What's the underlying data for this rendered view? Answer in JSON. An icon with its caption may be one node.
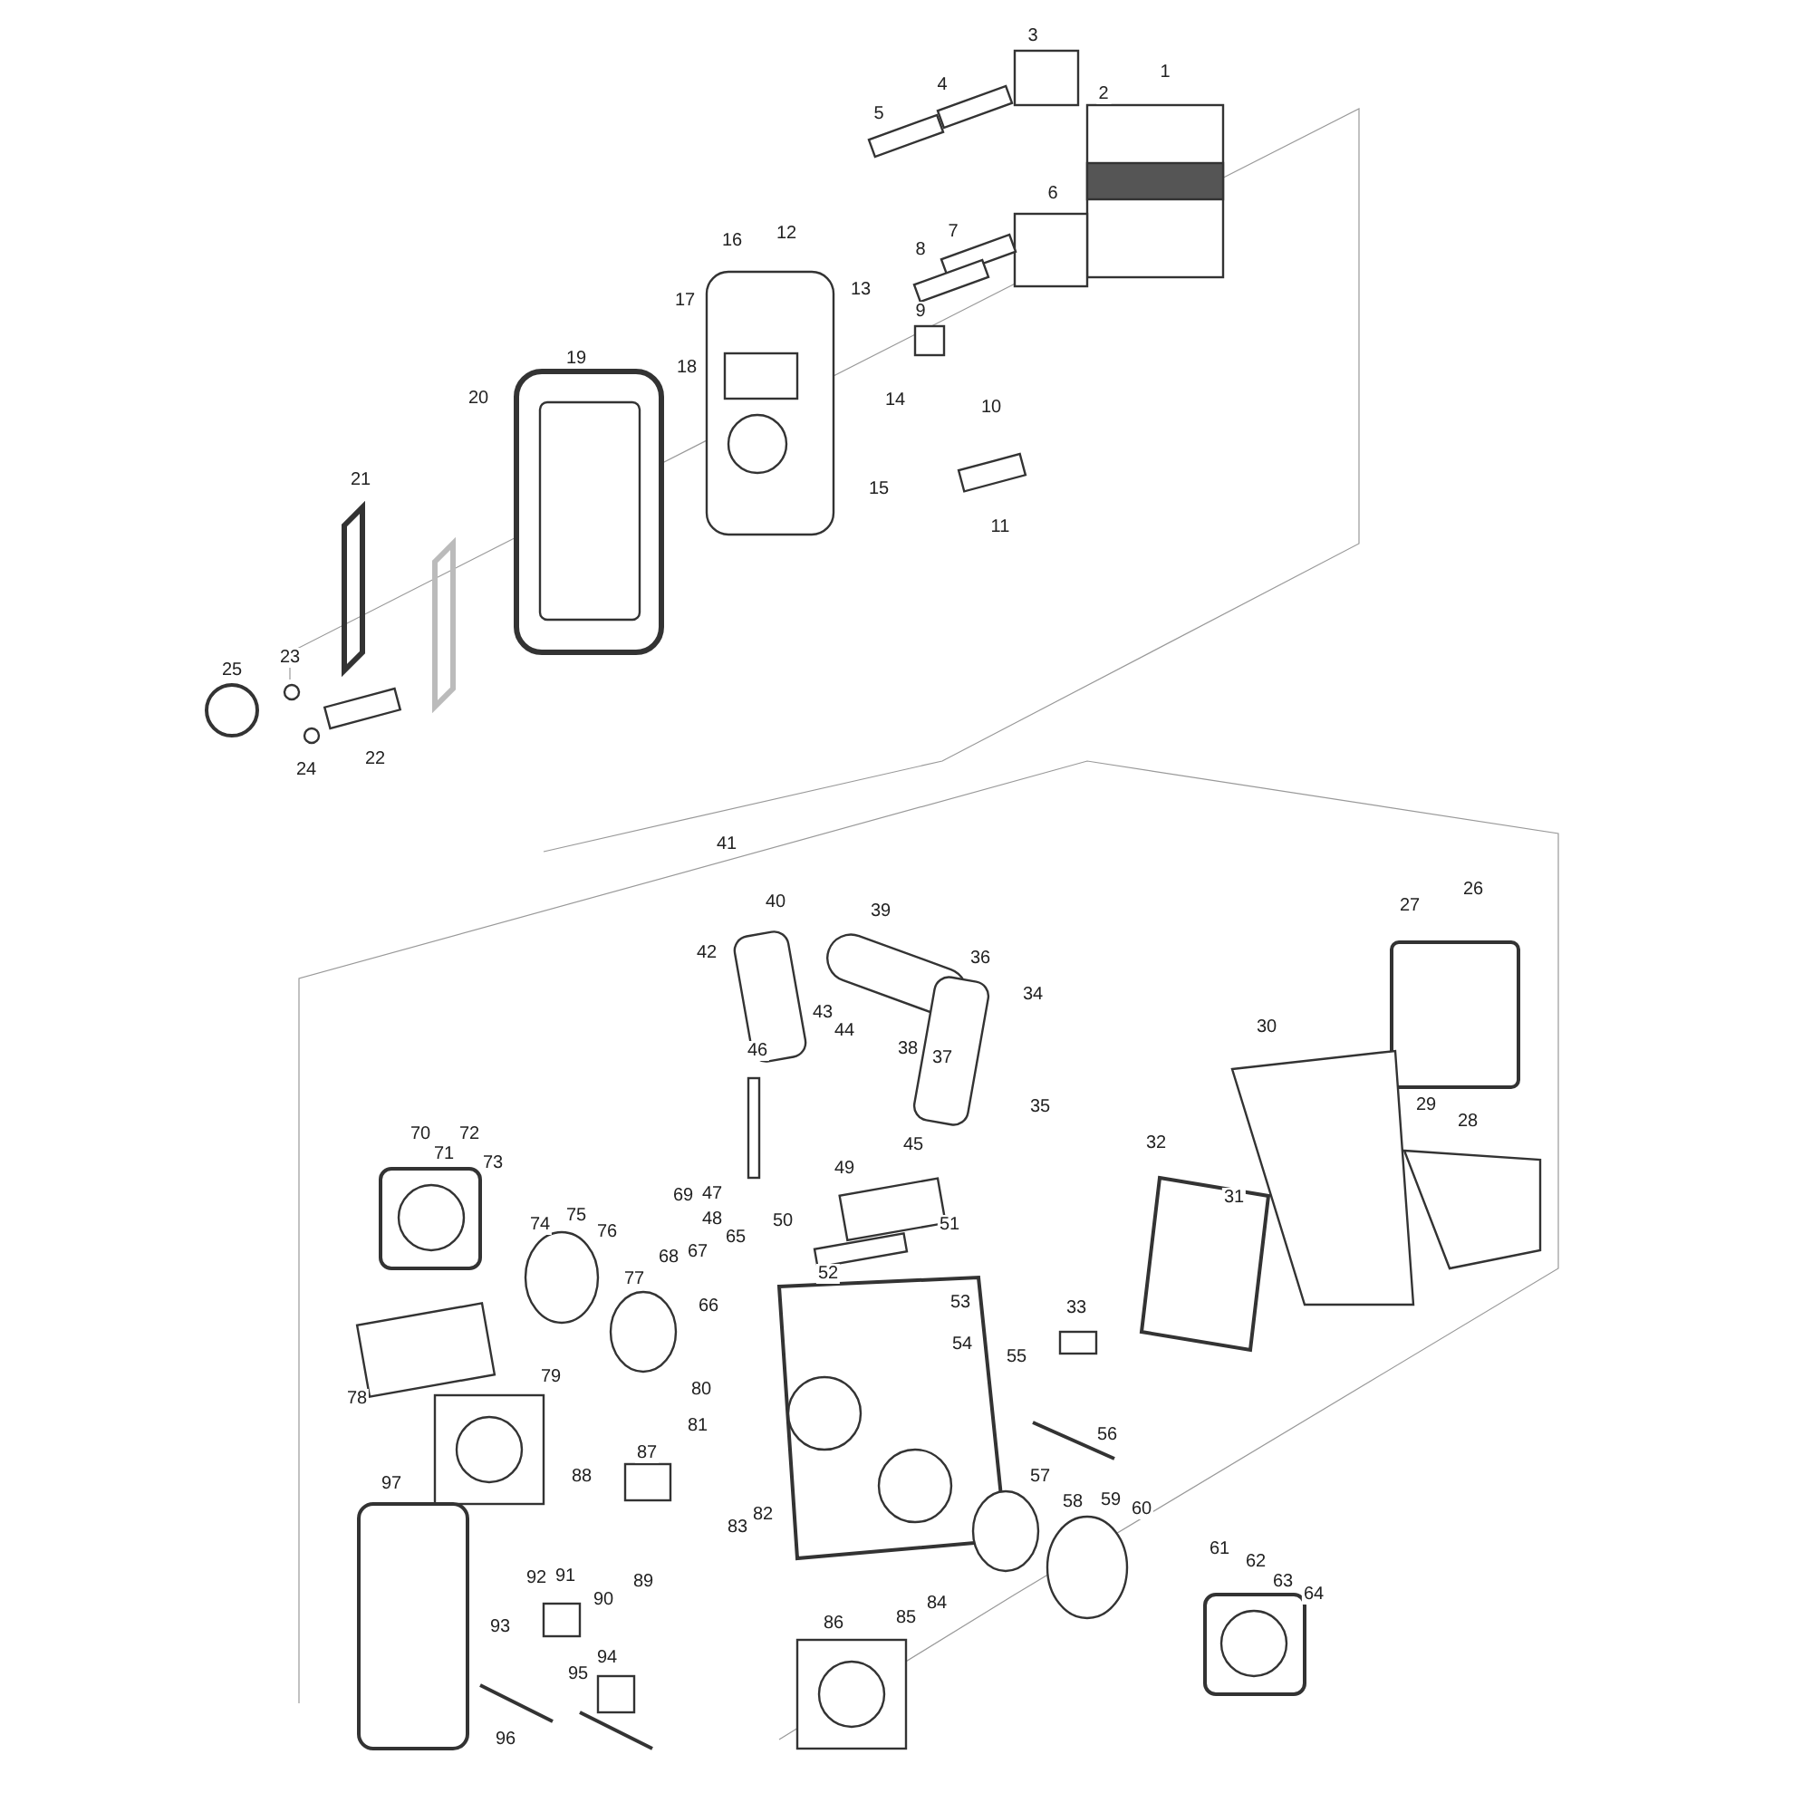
{
  "diagram": {
    "labels": [
      "1",
      "2",
      "3",
      "4",
      "5",
      "6",
      "7",
      "8",
      "9",
      "10",
      "11",
      "12",
      "13",
      "14",
      "15",
      "16",
      "17",
      "18",
      "19",
      "20",
      "21",
      "22",
      "23",
      "24",
      "25",
      "26",
      "27",
      "28",
      "29",
      "30",
      "31",
      "32",
      "33",
      "34",
      "35",
      "36",
      "37",
      "38",
      "39",
      "40",
      "41",
      "42",
      "43",
      "44",
      "45",
      "46",
      "47",
      "48",
      "49",
      "50",
      "51",
      "52",
      "53",
      "54",
      "55",
      "56",
      "57",
      "58",
      "59",
      "60",
      "61",
      "62",
      "63",
      "64",
      "65",
      "66",
      "67",
      "68",
      "69",
      "70",
      "71",
      "72",
      "73",
      "74",
      "75",
      "76",
      "77",
      "78",
      "79",
      "80",
      "81",
      "82",
      "83",
      "84",
      "85",
      "86",
      "87",
      "88",
      "89",
      "90",
      "92",
      "91",
      "93",
      "94",
      "95",
      "96",
      "97"
    ]
  }
}
